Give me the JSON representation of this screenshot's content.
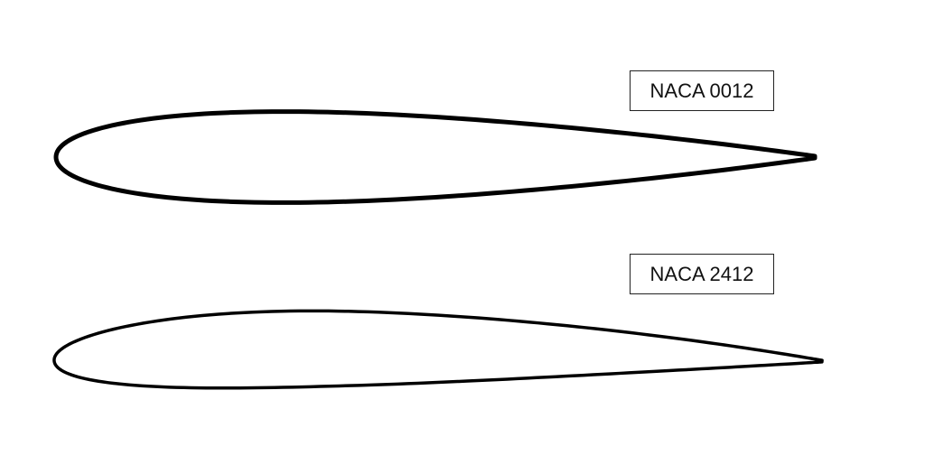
{
  "airfoils": [
    {
      "designation": "NACA 0012",
      "max_camber": 0.0,
      "camber_position": 0.0,
      "thickness": 0.12
    },
    {
      "designation": "NACA 2412",
      "max_camber": 0.02,
      "camber_position": 0.4,
      "thickness": 0.12
    }
  ],
  "colors": {
    "outline": "#000000",
    "background": "#ffffff",
    "label_border": "#222222"
  }
}
